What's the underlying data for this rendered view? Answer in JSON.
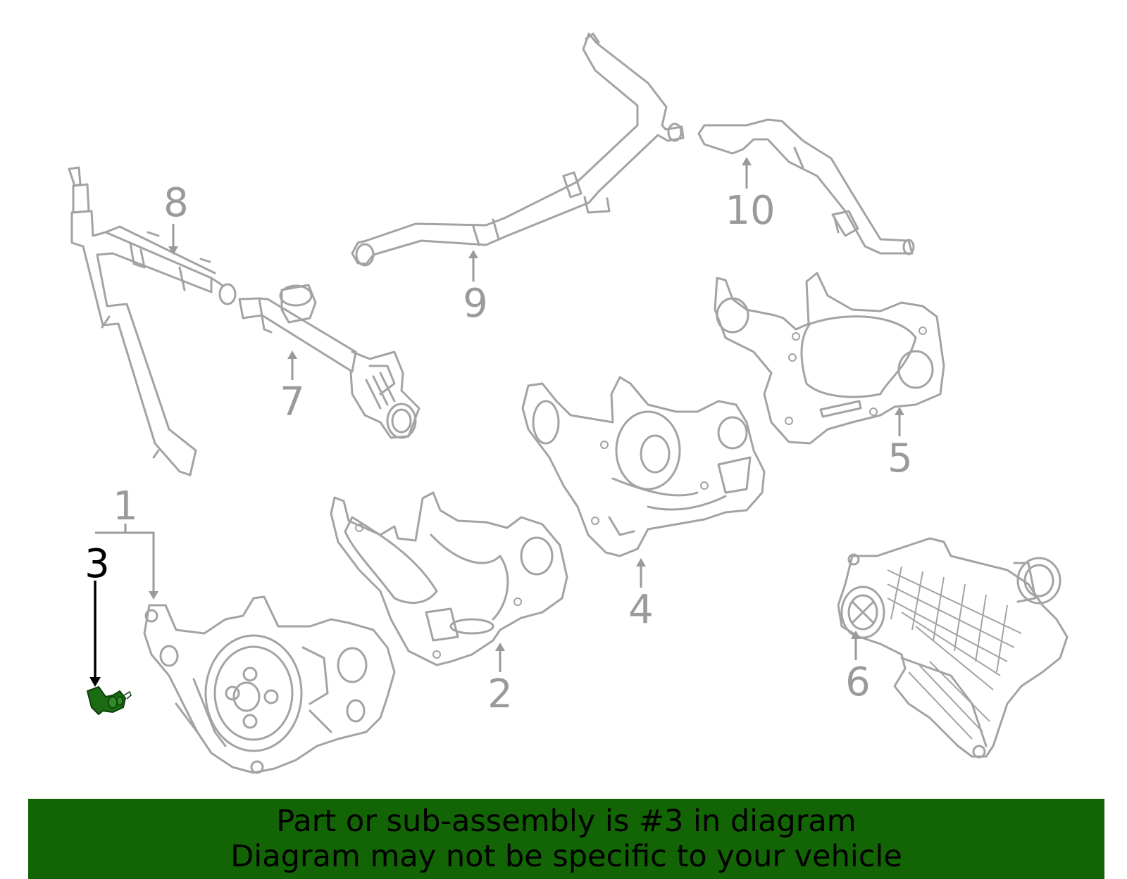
{
  "colors": {
    "part_outline": "#a3a3a3",
    "callout_gray": "#9a9a9a",
    "highlight_part": "#1a6b12",
    "highlight_callout": "#000000",
    "banner_bg": "#136405",
    "banner_text": "#000000"
  },
  "callouts": [
    {
      "id": "c1",
      "label": "1",
      "highlighted": false
    },
    {
      "id": "c2",
      "label": "2",
      "highlighted": false
    },
    {
      "id": "c3",
      "label": "3",
      "highlighted": true
    },
    {
      "id": "c4",
      "label": "4",
      "highlighted": false
    },
    {
      "id": "c5",
      "label": "5",
      "highlighted": false
    },
    {
      "id": "c6",
      "label": "6",
      "highlighted": false
    },
    {
      "id": "c7",
      "label": "7",
      "highlighted": false
    },
    {
      "id": "c8",
      "label": "8",
      "highlighted": false
    },
    {
      "id": "c9",
      "label": "9",
      "highlighted": false
    },
    {
      "id": "c10",
      "label": "10",
      "highlighted": false
    }
  ],
  "banner": {
    "line1": "Part or sub-assembly is #3 in diagram",
    "line2": "Diagram may not be specific to your vehicle"
  }
}
